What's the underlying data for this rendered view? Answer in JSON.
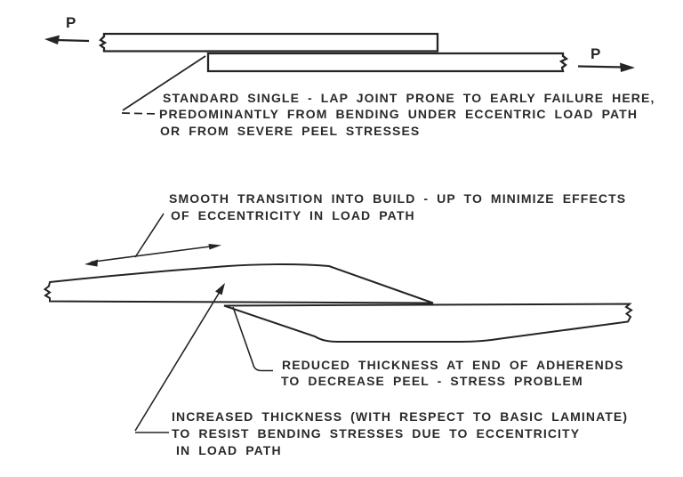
{
  "figure_type": "adhesive bonded joint design diagram",
  "colors": {
    "ink": "#242424",
    "background": "#ffffff"
  },
  "top_diagram": {
    "left_load_label": "P",
    "right_load_label": "P",
    "annotation_lines": [
      "STANDARD SINGLE - LAP JOINT PRONE TO EARLY FAILURE HERE,",
      "PREDOMINANTLY FROM BENDING UNDER ECCENTRIC LOAD PATH",
      "OR FROM SEVERE PEEL STRESSES"
    ]
  },
  "bottom_diagram": {
    "smooth_transition_lines": [
      "SMOOTH TRANSITION INTO BUILD - UP TO MINIMIZE EFFECTS",
      "OF ECCENTRICITY IN LOAD PATH"
    ],
    "reduced_thickness_lines": [
      "REDUCED THICKNESS AT END OF ADHERENDS",
      "TO DECREASE PEEL - STRESS PROBLEM"
    ],
    "increased_thickness_lines": [
      "INCREASED THICKNESS (WITH RESPECT TO BASIC LAMINATE)",
      "TO RESIST BENDING STRESSES DUE TO ECCENTRICITY",
      "IN LOAD PATH"
    ]
  }
}
